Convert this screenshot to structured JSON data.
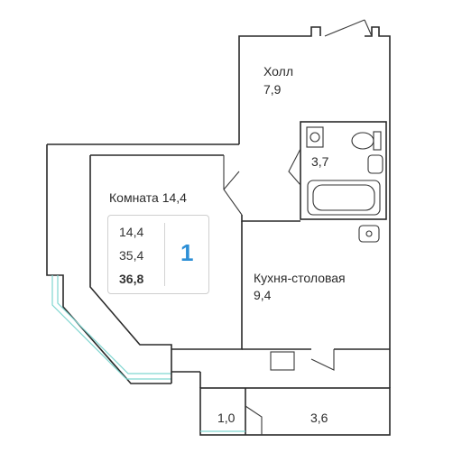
{
  "rooms": {
    "hall": {
      "name": "Холл",
      "area": "7,9"
    },
    "bathroom": {
      "area": "3,7"
    },
    "living_room": {
      "label": "Комната 14,4"
    },
    "kitchen": {
      "name": "Кухня-столовая",
      "area": "9,4"
    },
    "balcony_small": {
      "area": "1,0"
    },
    "balcony_large": {
      "area": "3,6"
    }
  },
  "summary": {
    "living_area": "14,4",
    "kitchen_area": "35,4",
    "total_area": "36,8",
    "room_count": "1"
  },
  "colors": {
    "accent": "#2d8fd6",
    "walls": "#2a2a2a",
    "glazing": "#7fd6d0"
  }
}
